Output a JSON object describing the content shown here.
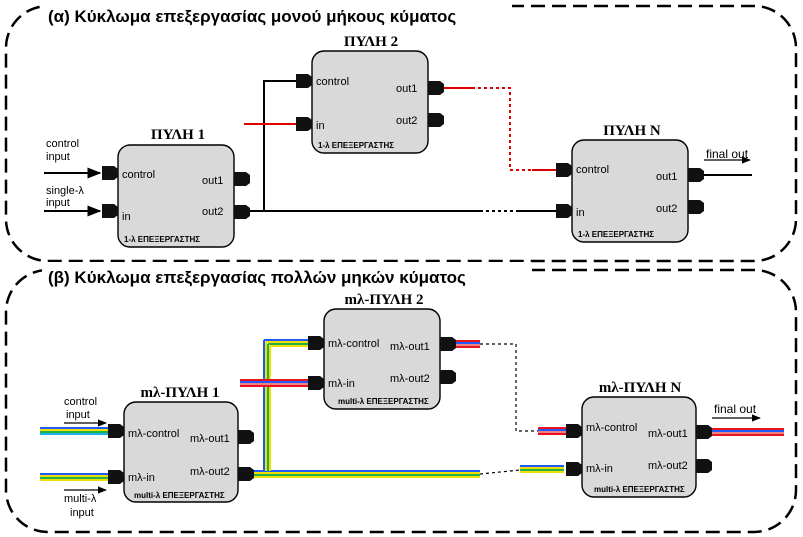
{
  "section_a": {
    "title": "(α) Κύκλωμα επεξεργασίας μονού μήκους κύματος",
    "gate1": {
      "title": "ΠΥΛΗ 1",
      "in_control": "control",
      "in_data": "in",
      "out1": "out1",
      "out2": "out2",
      "footer": "1-λ ΕΠΕΞΕΡΓΑΣΤΗΣ"
    },
    "gate2": {
      "title": "ΠΥΛΗ 2",
      "in_control": "control",
      "in_data": "in",
      "out1": "out1",
      "out2": "out2",
      "footer": "1-λ ΕΠΕΞΕΡΓΑΣΤΗΣ"
    },
    "gateN": {
      "title": "ΠΥΛΗ Ν",
      "in_control": "control",
      "in_data": "in",
      "out1": "out1",
      "out2": "out2",
      "footer": "1-λ ΕΠΕΞΕΡΓΑΣΤΗΣ"
    },
    "label_control_1": "control",
    "label_control_2": "input",
    "label_input_1": "single-λ",
    "label_input_2": "input",
    "final_out": "final out"
  },
  "section_b": {
    "title": "(β) Κύκλωμα επεξεργασίας πολλών μηκών κύματος",
    "gate1": {
      "title": "mλ-ΠΥΛΗ 1",
      "in_control": "mλ-control",
      "in_data": "mλ-in",
      "out1": "mλ-out1",
      "out2": "mλ-out2",
      "footer": "multi-λ ΕΠΕΞΕΡΓΑΣΤΗΣ"
    },
    "gate2": {
      "title": "mλ-ΠΥΛΗ 2",
      "in_control": "mλ-control",
      "in_data": "mλ-in",
      "out1": "mλ-out1",
      "out2": "mλ-out2",
      "footer": "multi-λ ΕΠΕΞΕΡΓΑΣΤΗΣ"
    },
    "gateN": {
      "title": "mλ-ΠΥΛΗ Ν",
      "in_control": "mλ-control",
      "in_data": "mλ-in",
      "out1": "mλ-out1",
      "out2": "mλ-out2",
      "footer": "multi-λ ΕΠΕΞΕΡΓΑΣΤΗΣ"
    },
    "label_control_1": "control",
    "label_control_2": "input",
    "label_input_1": "multi-λ",
    "label_input_2": "input",
    "final_out": "final out"
  },
  "colors": {
    "box_fill": "#d9d9d9",
    "signal_red": "#e00000",
    "bundle_red": "#e8121c",
    "bundle_blue": "#1e5aff",
    "bundle_yellow": "#f0e000",
    "bundle_green": "#22b04a",
    "bundle_cyan": "#18b0e8",
    "bundle_pink": "#f08080"
  }
}
